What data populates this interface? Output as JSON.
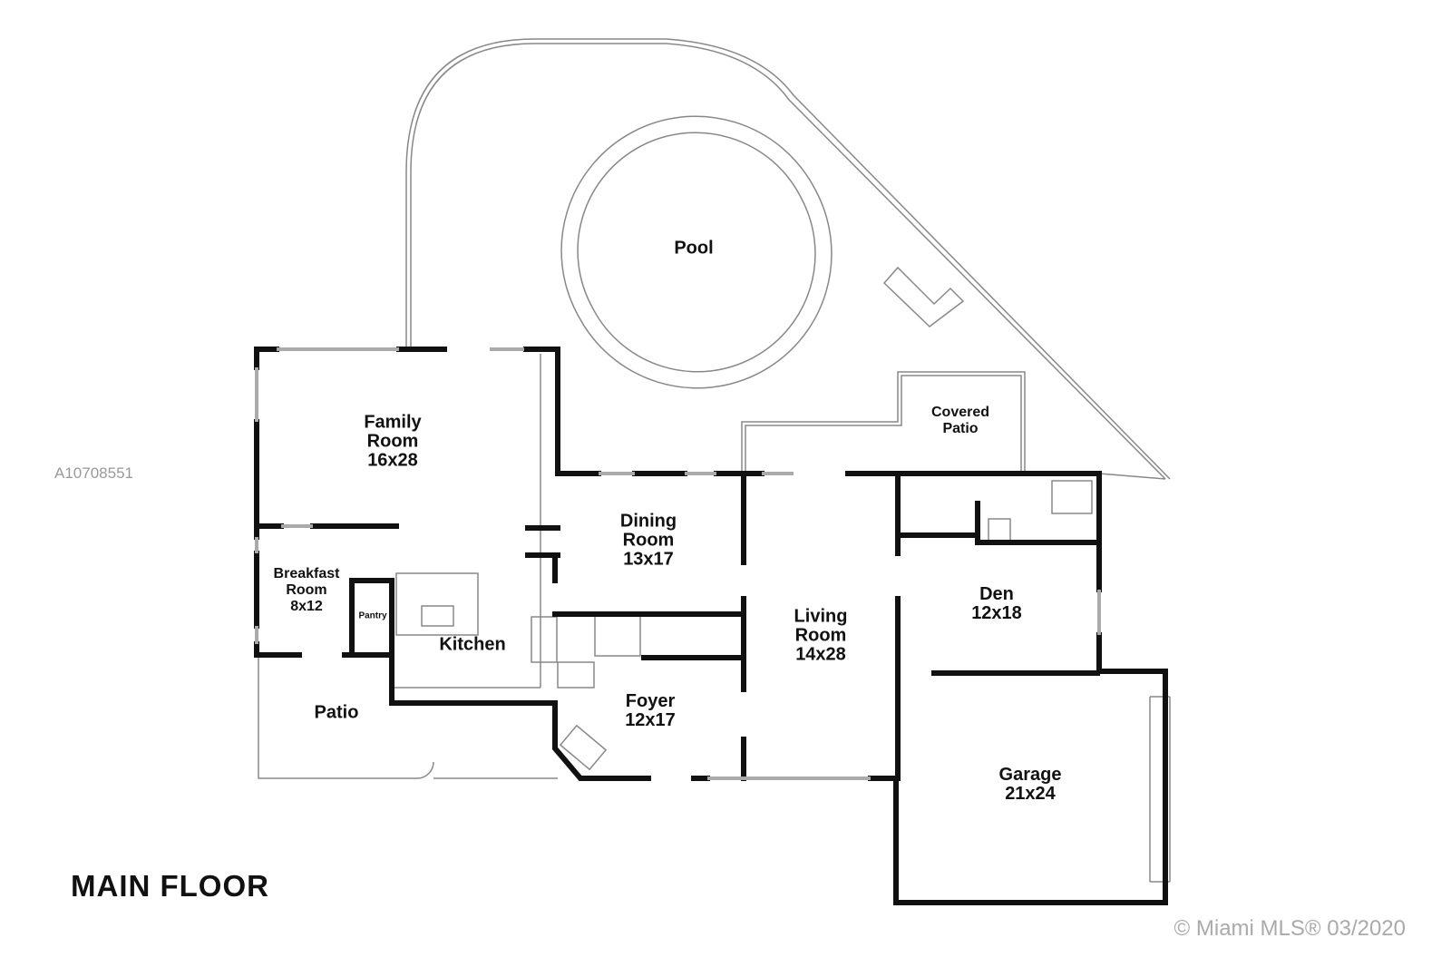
{
  "plan": {
    "title": "MAIN FLOOR",
    "listing_id": "A10708551",
    "copyright": "© Miami MLS® 03/2020",
    "rooms": [
      {
        "name": "Pool",
        "size": ""
      },
      {
        "name": "Covered Patio",
        "size": ""
      },
      {
        "name": "Family Room",
        "size": "16x28"
      },
      {
        "name": "Dining Room",
        "size": "13x17"
      },
      {
        "name": "Living Room",
        "size": "14x28"
      },
      {
        "name": "Den",
        "size": "12x18"
      },
      {
        "name": "Breakfast Room",
        "size": "8x12"
      },
      {
        "name": "Pantry",
        "size": ""
      },
      {
        "name": "Kitchen",
        "size": ""
      },
      {
        "name": "Foyer",
        "size": "12x17"
      },
      {
        "name": "Patio",
        "size": ""
      },
      {
        "name": "Garage",
        "size": "21x24"
      }
    ]
  }
}
